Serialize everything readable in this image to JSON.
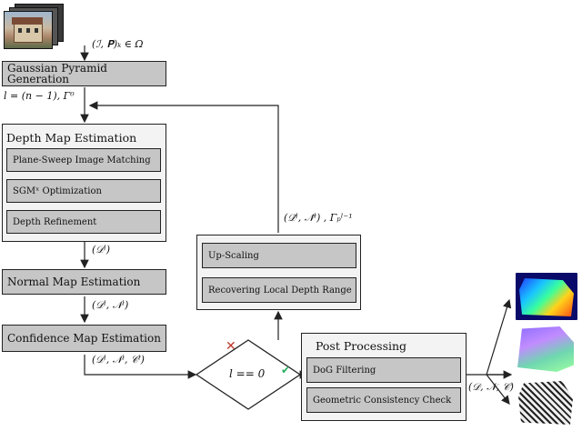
{
  "input": {
    "photo_icon": "house-photo-stack-icon",
    "label": "(ℐ, 𝐏)ₖ ∈ Ω"
  },
  "pyramid": {
    "label": "Gaussian Pyramid Generation",
    "output": "l = (n − 1),  Γ⁰"
  },
  "depth": {
    "title": "Depth Map Estimation",
    "steps": [
      "Plane-Sweep Image Matching",
      "SGMˣ Optimization",
      "Depth Refinement"
    ],
    "output": "(𝒟ˡ)"
  },
  "normal": {
    "label": "Normal Map Estimation",
    "output": "(𝒟ˡ, 𝒩ˡ)"
  },
  "confidence": {
    "label": "Confidence Map Estimation",
    "output": "(𝒟ˡ, 𝒩ˡ, 𝒞ˡ)"
  },
  "decision": {
    "label": "l == 0",
    "no_mark": "✕",
    "yes_mark": "✔",
    "no_color": "#c0392b",
    "yes_color": "#27ae60"
  },
  "loop": {
    "steps": [
      "Up-Scaling",
      "Recovering Local Depth Range"
    ],
    "output": "(𝒟̃ˡ, 𝒩̃ˡ) ,  Γₚˡ⁻¹"
  },
  "post": {
    "title": "Post Processing",
    "steps": [
      "DoG Filtering",
      "Geometric Consistency Check"
    ],
    "output": "(𝒟, 𝒩, 𝒞)"
  },
  "results": [
    "depth-map-thumbnail",
    "normal-map-thumbnail",
    "confidence-map-thumbnail"
  ]
}
